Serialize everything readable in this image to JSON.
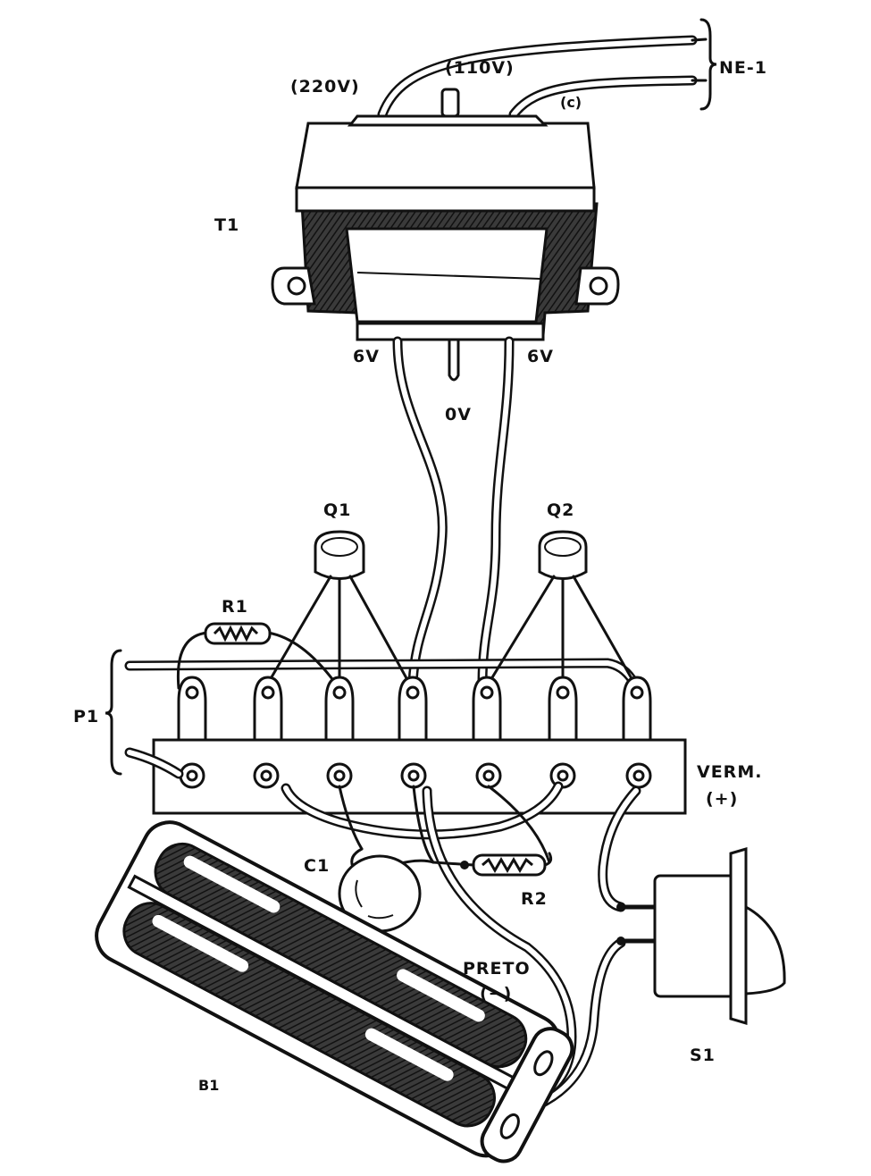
{
  "labels": {
    "ne1": "NE-1",
    "v220": "(220V)",
    "v110": "(110V)",
    "c_tap": "(c)",
    "t1": "T1",
    "v6_left": "6V",
    "v6_right": "6V",
    "v0": "0V",
    "q1": "Q1",
    "q2": "Q2",
    "r1": "R1",
    "p1": "P1",
    "verm": "VERM.",
    "plus": "(+)",
    "c1": "C1",
    "r2": "R2",
    "preto": "PRETO",
    "minus": "(−)",
    "s1": "S1",
    "b1": "B1"
  },
  "colors": {
    "ink": "#111111",
    "paper": "#ffffff",
    "shade": "#2a2a2a"
  }
}
